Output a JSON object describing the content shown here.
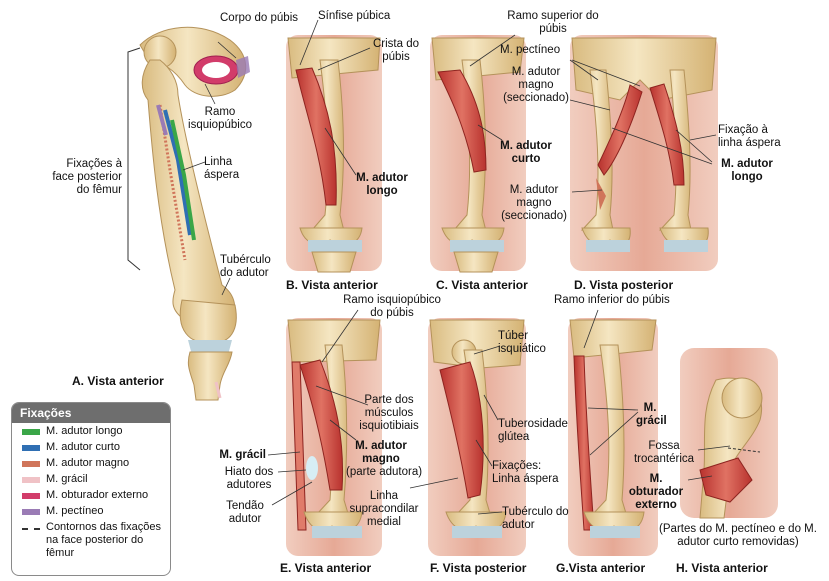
{
  "colors": {
    "bone": "#eedcb0",
    "bone_shadow": "#d7b67a",
    "skin": "#e8b7a6",
    "muscle": "#c9443d",
    "muscle_light": "#e07b6a",
    "cartilage": "#bcd2dc",
    "adutor_longo": "#3aa648",
    "adutor_curto": "#2f6fb3",
    "adutor_magno": "#d0755a",
    "gracil": "#f0c2c6",
    "obturador_externo": "#d23c6a",
    "pectineo": "#9a7bb5"
  },
  "panels": {
    "A": {
      "caption": "A. Vista anterior",
      "labels": {
        "corpo_pubis": "Corpo do púbis",
        "ramo_isquiopubico": "Ramo isquiopúbico",
        "fixacoes": "Fixações à face posterior do fêmur",
        "linha_aspera": "Linha áspera",
        "tuberculo_adutor": "Tubérculo do adutor"
      }
    },
    "B": {
      "caption": "B. Vista anterior",
      "labels": {
        "sinfise": "Sínfise púbica",
        "crista": "Crista do púbis",
        "adutor_longo": "M. adutor longo"
      }
    },
    "C": {
      "caption": "C. Vista anterior",
      "labels": {
        "ramo_superior": "Ramo superior do púbis",
        "adutor_curto": "M. adutor curto",
        "adutor_magno_secc": "M. adutor magno (seccionado)"
      }
    },
    "D": {
      "caption": "D. Vista posterior",
      "labels": {
        "pectineo": "M. pectíneo",
        "adutor_magno_secc": "M. adutor magno (seccionado)",
        "fixacao_linha": "Fixação à linha áspera",
        "adutor_longo": "M. adutor longo"
      }
    },
    "E": {
      "caption": "E. Vista anterior",
      "labels": {
        "ramo_isquiopubico": "Ramo isquiopúbico do púbis",
        "gracil": "M. grácil",
        "hiato": "Hiato dos adutores",
        "tendao": "Tendão adutor",
        "adutor_magno_bold": "M. adutor magno",
        "parte_adutora": "(parte adutora)",
        "parte_isquiotibiais": "Parte dos músculos isquiotibiais"
      }
    },
    "F": {
      "caption": "F. Vista posterior",
      "labels": {
        "tuber": "Túber isquiático",
        "tuberosidade": "Tuberosidade glútea",
        "fixacoes": "Fixações: Linha áspera",
        "linha_supracondilar": "Linha supracondilar medial",
        "tuberculo": "Tubérculo do adutor"
      }
    },
    "G": {
      "caption": "G.Vista anterior",
      "labels": {
        "ramo_inferior": "Ramo inferior do púbis",
        "gracil": "M. grácil"
      }
    },
    "H": {
      "caption": "H. Vista anterior",
      "labels": {
        "fossa": "Fossa trocantérica",
        "obturador": "M. obturador externo",
        "nota": "(Partes do M. pectíneo e do M. adutor curto removidas)"
      }
    }
  },
  "legend": {
    "title": "Fixações",
    "items": [
      {
        "label": "M. adutor longo",
        "color": "#3aa648"
      },
      {
        "label": "M. adutor curto",
        "color": "#2f6fb3"
      },
      {
        "label": "M. adutor magno",
        "color": "#d0755a"
      },
      {
        "label": "M. grácil",
        "color": "#f0c2c6"
      },
      {
        "label": "M. obturador externo",
        "color": "#d23c6a"
      },
      {
        "label": "M. pectíneo",
        "color": "#9a7bb5"
      }
    ],
    "outline_label": "Contornos das fixações na face posterior do fêmur"
  }
}
